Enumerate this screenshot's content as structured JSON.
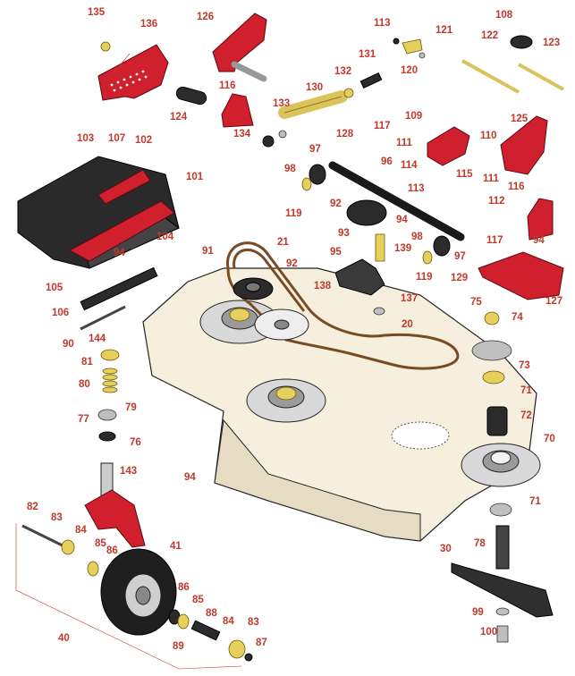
{
  "colors": {
    "label": "#c0392b",
    "frame": "#d0202e",
    "deck": "#f6efdd",
    "belt": "#7a4a25"
  },
  "labels": {
    "l135": "135",
    "l136": "136",
    "l126": "126",
    "l113a": "113",
    "l121": "121",
    "l108": "108",
    "l122": "122",
    "l123": "123",
    "l120": "120",
    "l131": "131",
    "l132": "132",
    "l116a": "116",
    "l130": "130",
    "l124": "124",
    "l133": "133",
    "l134": "134",
    "l128": "128",
    "l117a": "117",
    "l109": "109",
    "l125": "125",
    "l103": "103",
    "l107": "107",
    "l102": "102",
    "l110": "110",
    "l111a": "111",
    "l97a": "97",
    "l96": "96",
    "l114": "114",
    "l115": "115",
    "l101": "101",
    "l98a": "98",
    "l111b": "111",
    "l113b": "113",
    "l116b": "116",
    "l119a": "119",
    "l92a": "92",
    "l94a": "94",
    "l112": "112",
    "l117b": "117",
    "l94b": "94",
    "l104": "104",
    "l93": "93",
    "l91": "91",
    "l21": "21",
    "l95": "95",
    "l139": "139",
    "l98b": "98",
    "l97b": "97",
    "l92b": "92",
    "l119b": "119",
    "l129": "129",
    "l127": "127",
    "l105": "105",
    "l138": "138",
    "l137": "137",
    "l106": "106",
    "l75": "75",
    "l74": "74",
    "l20": "20",
    "l90": "90",
    "l144": "144",
    "l73": "73",
    "l81": "81",
    "l80": "80",
    "l71a": "71",
    "l77": "77",
    "l79": "79",
    "l72": "72",
    "l76": "76",
    "l70": "70",
    "l143": "143",
    "l94c": "94",
    "l71b": "71",
    "l82": "82",
    "l83a": "83",
    "l84a": "84",
    "l85a": "85",
    "l86a": "86",
    "l41": "41",
    "l30": "30",
    "l78": "78",
    "l86b": "86",
    "l85b": "85",
    "l88": "88",
    "l84b": "84",
    "l83b": "83",
    "l40": "40",
    "l99": "99",
    "l89": "89",
    "l87": "87",
    "l100": "100"
  }
}
